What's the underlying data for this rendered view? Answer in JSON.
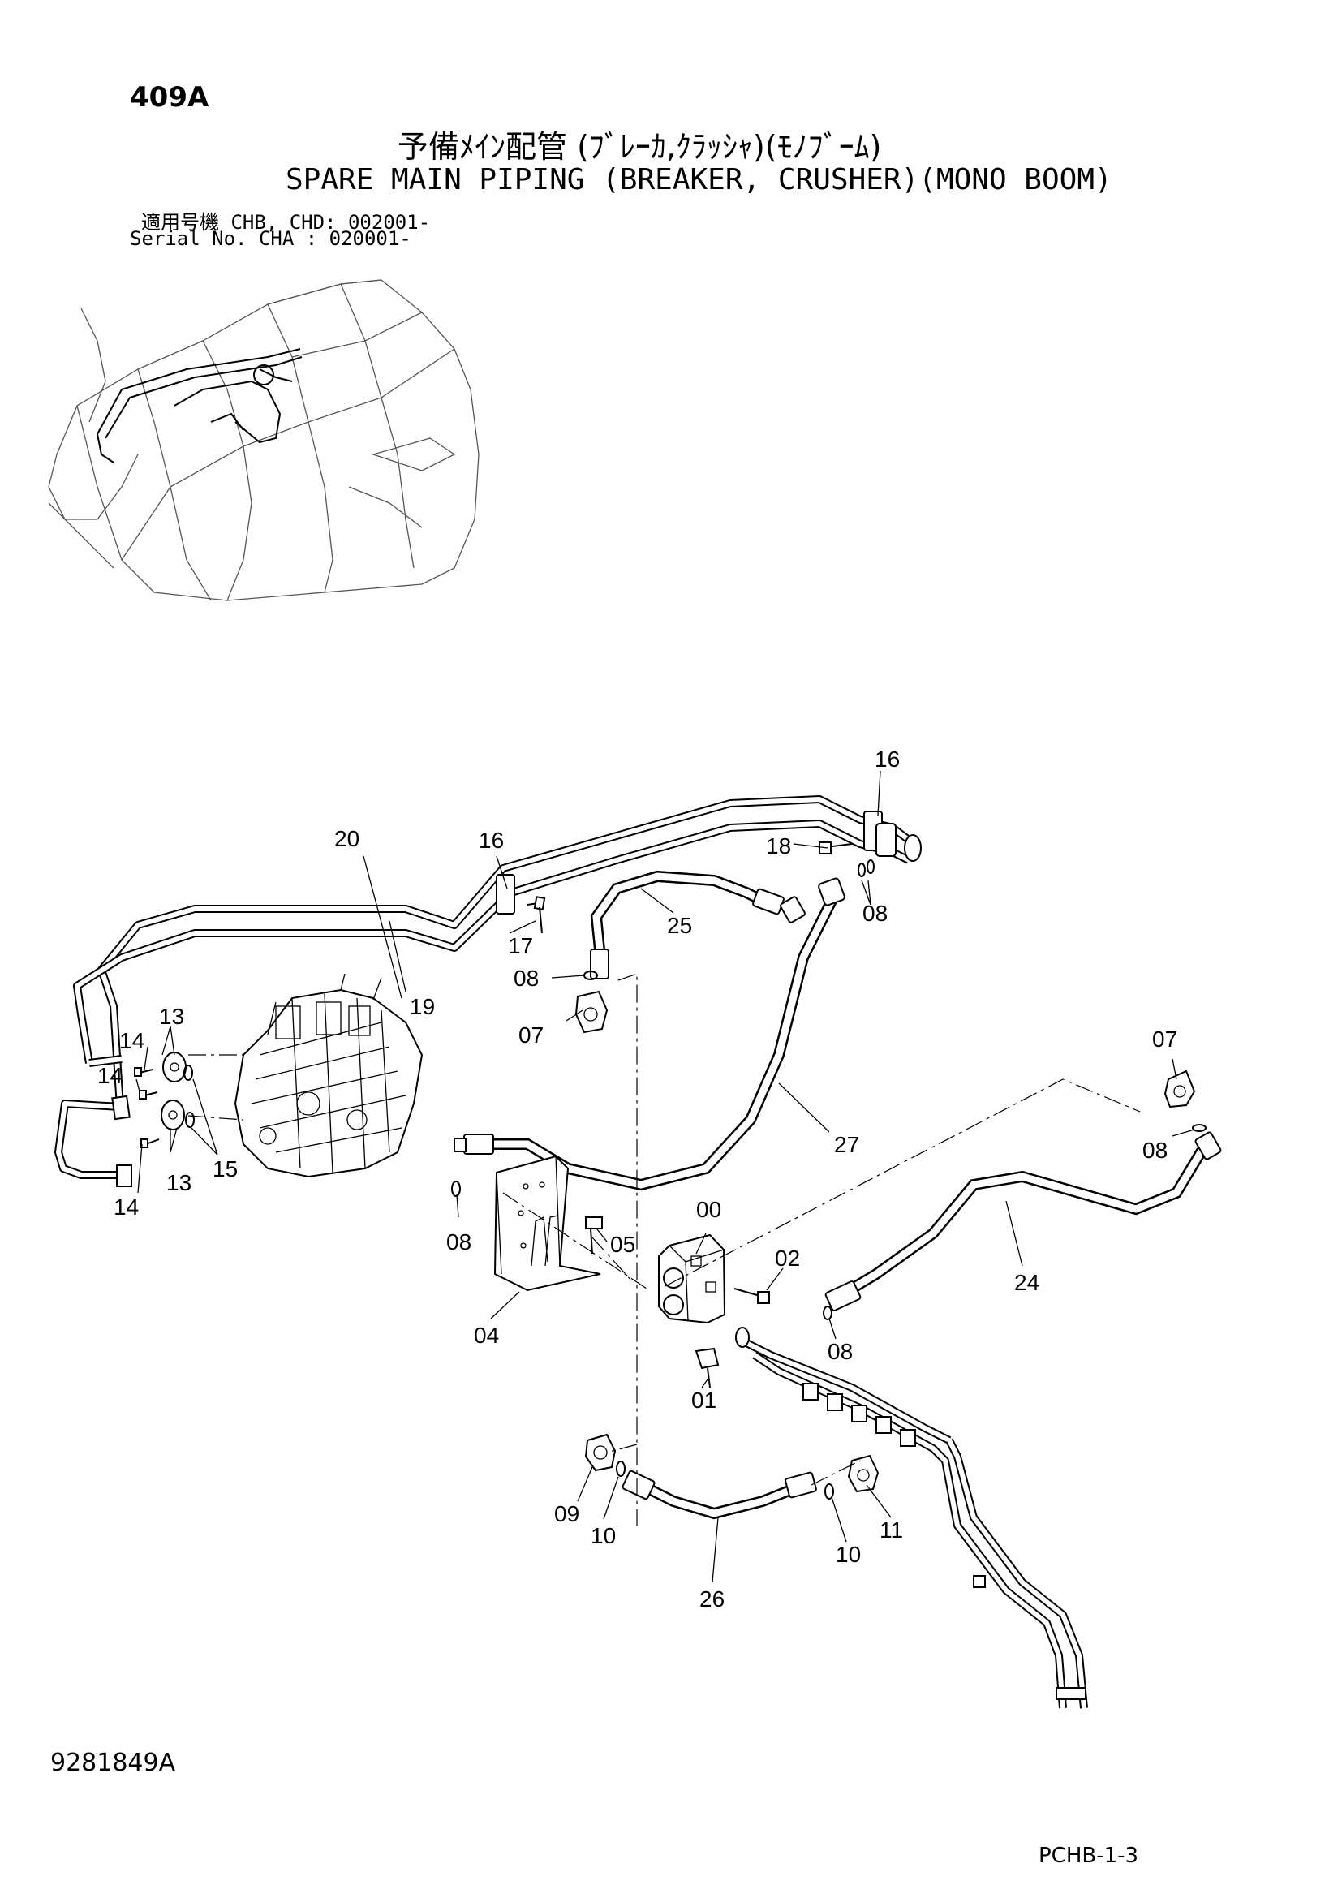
{
  "header": {
    "page_code": "409A",
    "title_jp": "予備ﾒｲﾝ配管 (ﾌﾞﾚｰｶ,ｸﾗｯｼｬ)(ﾓﾉﾌﾞｰﾑ)",
    "title_en": "SPARE MAIN PIPING (BREAKER, CRUSHER)(MONO BOOM)",
    "serial_line1": "適用号機  CHB, CHD: 002001-",
    "serial_line2": "Serial No. CHA      : 020001-"
  },
  "callouts": {
    "c00": "00",
    "c01": "01",
    "c02": "02",
    "c04": "04",
    "c05": "05",
    "c07a": "07",
    "c07b": "07",
    "c08a": "08",
    "c08b": "08",
    "c08c": "08",
    "c08d": "08",
    "c08e": "08",
    "c09": "09",
    "c10a": "10",
    "c10b": "10",
    "c11": "11",
    "c13a": "13",
    "c13b": "13",
    "c14a": "14",
    "c14b": "14",
    "c14c": "14",
    "c15": "15",
    "c16a": "16",
    "c16b": "16",
    "c17": "17",
    "c18": "18",
    "c19": "19",
    "c20": "20",
    "c24": "24",
    "c25": "25",
    "c26": "26",
    "c27": "27"
  },
  "footer": {
    "drawing_number": "9281849A",
    "page_ref": "PCHB-1-3"
  }
}
